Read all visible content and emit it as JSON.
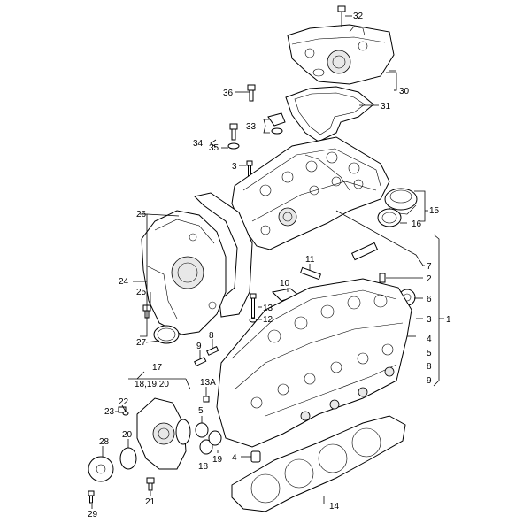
{
  "diagram": {
    "callouts": {
      "c1": "1",
      "c2": "2",
      "c3a": "3",
      "c3b": "3",
      "c4a": "4",
      "c4b": "4",
      "c5a": "5",
      "c5b": "5",
      "c6": "6",
      "c7": "7",
      "c8a": "8",
      "c8b": "8",
      "c9a": "9",
      "c9b": "9",
      "c10": "10",
      "c11": "11",
      "c12": "12",
      "c13": "13",
      "c13a": "13A",
      "c14": "14",
      "c15": "15",
      "c16": "16",
      "c17": "17",
      "c18": "18",
      "c18_19_20": "18,19,20",
      "c19": "19",
      "c20": "20",
      "c21": "21",
      "c22": "22",
      "c23": "23",
      "c24": "24",
      "c25": "25",
      "c26": "26",
      "c27": "27",
      "c28": "28",
      "c29": "29",
      "c30": "30",
      "c31": "31",
      "c32": "32",
      "c33": "33",
      "c34": "34",
      "c35": "35",
      "c36": "36"
    }
  }
}
